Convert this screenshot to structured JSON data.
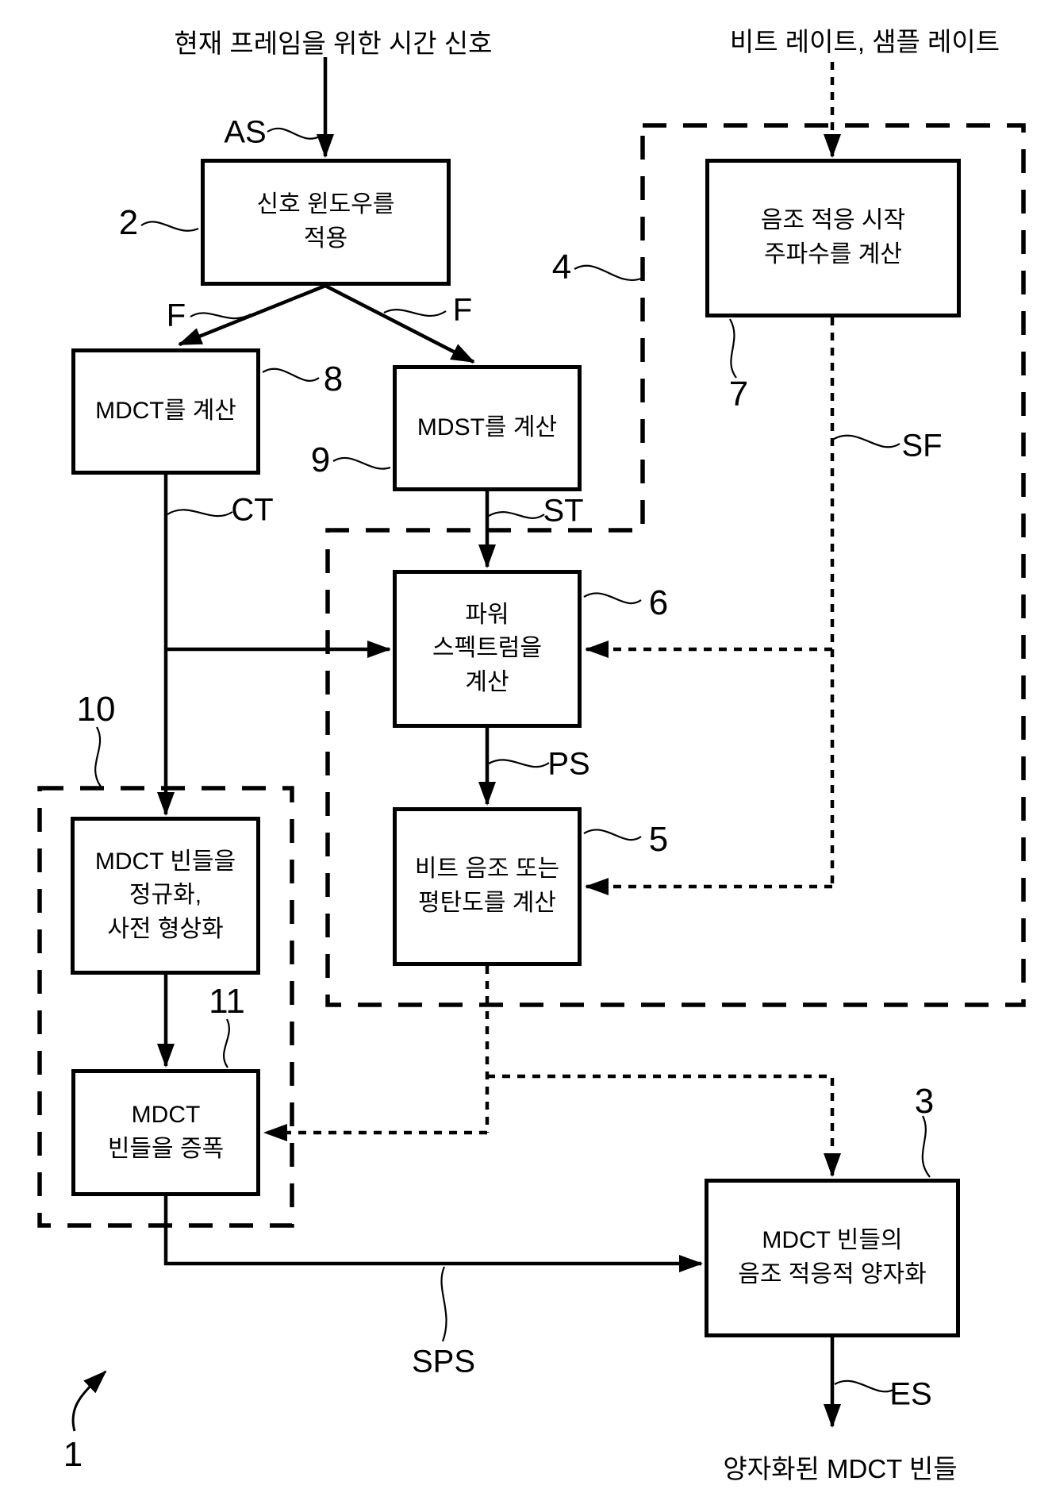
{
  "figure": {
    "caption_top_left": "현재 프레임을 위한 시간 신호",
    "caption_top_right": "비트 레이트, 샘플 레이트",
    "caption_bottom": "양자화된 MDCT 빈들",
    "boxes": {
      "apply_window": {
        "text": "신호 윈도우를\n적용"
      },
      "calc_mdct": {
        "text": "MDCT를 계산"
      },
      "calc_mdst": {
        "text": "MDST를 계산"
      },
      "calc_start_freq": {
        "text": "음조 적응 시작\n주파수를 계산"
      },
      "calc_power_spectrum": {
        "text": "파워\n스펙트럼을\n계산"
      },
      "calc_tonality": {
        "text": "비트 음조 또는\n평탄도를 계산"
      },
      "normalize_preshape": {
        "text": "MDCT 빈들을\n정규화,\n사전 형상화"
      },
      "amplify_bins": {
        "text": "MDCT\n빈들을 증폭"
      },
      "quantize": {
        "text": "MDCT 빈들의\n음조 적응적 양자화"
      }
    },
    "signal_labels": {
      "as": "AS",
      "f_left": "F",
      "f_right": "F",
      "ct": "CT",
      "st": "ST",
      "sf": "SF",
      "ps": "PS",
      "sps": "SPS",
      "es": "ES"
    },
    "ref_labels": {
      "r1": "1",
      "r2": "2",
      "r3": "3",
      "r4": "4",
      "r5": "5",
      "r6": "6",
      "r7": "7",
      "r8": "8",
      "r9": "9",
      "r10": "10",
      "r11": "11"
    },
    "colors": {
      "ink": "#000000",
      "background": "#ffffff"
    }
  }
}
